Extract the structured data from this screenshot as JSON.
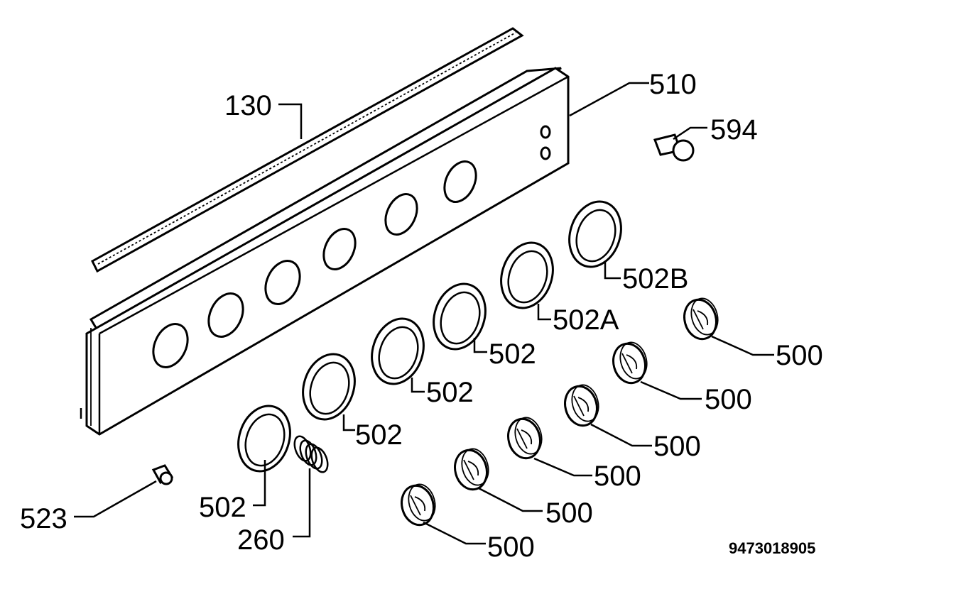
{
  "diagram": {
    "labels": {
      "p130": "130",
      "p510": "510",
      "p594": "594",
      "p502b": "502B",
      "p502a": "502A",
      "p502_1": "502",
      "p502_2": "502",
      "p502_3": "502",
      "p502_4": "502",
      "p500_1": "500",
      "p500_2": "500",
      "p500_3": "500",
      "p500_4": "500",
      "p500_5": "500",
      "p500_6": "500",
      "p523": "523",
      "p260": "260"
    },
    "drawing_number": "9473018905"
  }
}
